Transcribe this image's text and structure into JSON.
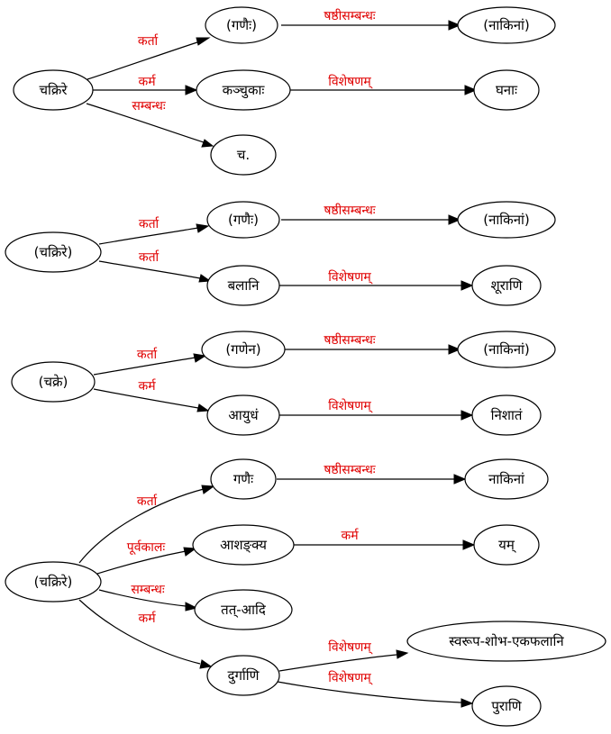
{
  "colors": {
    "edge_label": "#e00000",
    "node_stroke": "#000000",
    "background": "#ffffff"
  },
  "nodes": {
    "g1_root": "चक्रिरे",
    "g1_ganaih": "(गणैः)",
    "g1_nakinam": "(नाकिनां)",
    "g1_kanchukah": "कञ्चुकाः",
    "g1_ghanah": "घनाः",
    "g1_cha": "च.",
    "g2_root": "(चक्रिरे)",
    "g2_ganaih": "(गणैः)",
    "g2_nakinam": "(नाकिनां)",
    "g2_balani": "बलानि",
    "g2_shurani": "शूराणि",
    "g3_root": "(चक्रे)",
    "g3_ganena": "(गणेन)",
    "g3_nakinam": "(नाकिनां)",
    "g3_ayudham": "आयुधं",
    "g3_nishatam": "निशातं",
    "g4_root": "(चक्रिरे)",
    "g4_ganaih": "गणैः",
    "g4_nakinam": "नाकिनां",
    "g4_ashankya": "आशङ्क्य",
    "g4_yam": "यम्",
    "g4_tatadi": "तत्-आदि",
    "g4_durgani": "दुर्गाणि",
    "g4_svarupa": "स्वरूप-शोभ-एकफलानि",
    "g4_purani": "पुराणि"
  },
  "edges": {
    "g1_e1": "कर्ता",
    "g1_e2": "षष्ठीसम्बन्धः",
    "g1_e3": "कर्म",
    "g1_e4": "विशेषणम्",
    "g1_e5": "सम्बन्धः",
    "g2_e1": "कर्ता",
    "g2_e2": "षष्ठीसम्बन्धः",
    "g2_e3": "कर्ता",
    "g2_e4": "विशेषणम्",
    "g3_e1": "कर्ता",
    "g3_e2": "षष्ठीसम्बन्धः",
    "g3_e3": "कर्म",
    "g3_e4": "विशेषणम्",
    "g4_e1": "कर्ता",
    "g4_e2": "षष्ठीसम्बन्धः",
    "g4_e3": "पूर्वकालः",
    "g4_e4": "कर्म",
    "g4_e5": "सम्बन्धः",
    "g4_e6": "कर्म",
    "g4_e7": "विशेषणम्",
    "g4_e8": "विशेषणम्"
  }
}
